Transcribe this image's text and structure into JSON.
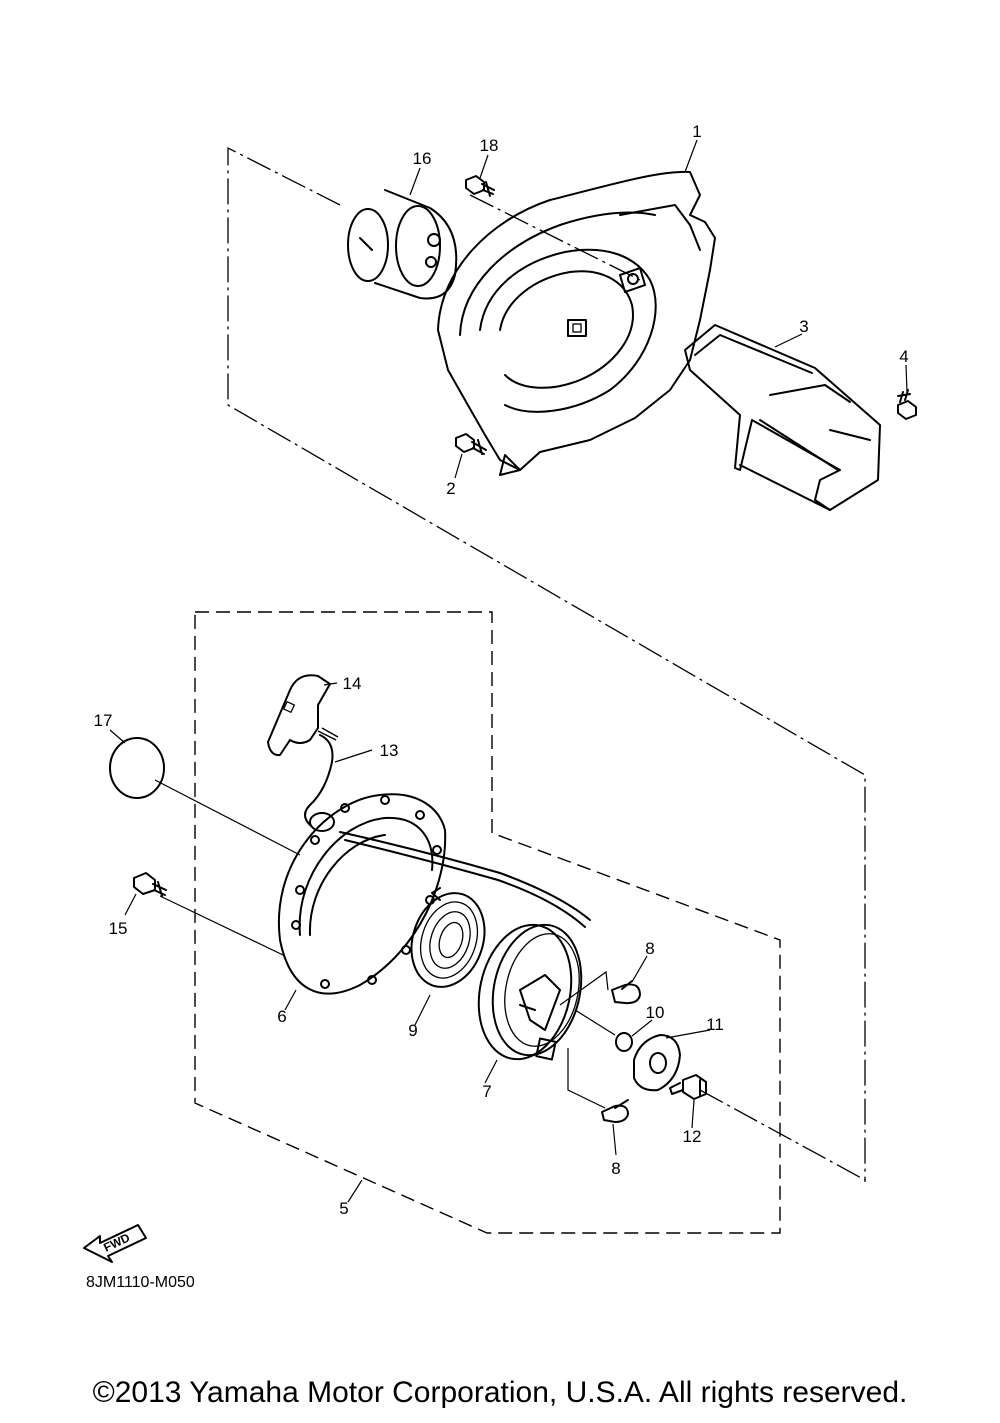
{
  "diagram": {
    "drawing_code": "8JM1110-M050",
    "fwd_label": "FWD",
    "callouts": [
      {
        "id": "c1",
        "label": "1"
      },
      {
        "id": "c2",
        "label": "2"
      },
      {
        "id": "c3",
        "label": "3"
      },
      {
        "id": "c4",
        "label": "4"
      },
      {
        "id": "c5",
        "label": "5"
      },
      {
        "id": "c6",
        "label": "6"
      },
      {
        "id": "c7",
        "label": "7"
      },
      {
        "id": "c8a",
        "label": "8"
      },
      {
        "id": "c8b",
        "label": "8"
      },
      {
        "id": "c9",
        "label": "9"
      },
      {
        "id": "c10",
        "label": "10"
      },
      {
        "id": "c11",
        "label": "11"
      },
      {
        "id": "c12",
        "label": "12"
      },
      {
        "id": "c13",
        "label": "13"
      },
      {
        "id": "c14",
        "label": "14"
      },
      {
        "id": "c15",
        "label": "15"
      },
      {
        "id": "c16",
        "label": "16"
      },
      {
        "id": "c17",
        "label": "17"
      },
      {
        "id": "c18",
        "label": "18"
      }
    ]
  },
  "footer": {
    "copyright": "©2013 Yamaha Motor Corporation, U.S.A. All rights reserved."
  }
}
